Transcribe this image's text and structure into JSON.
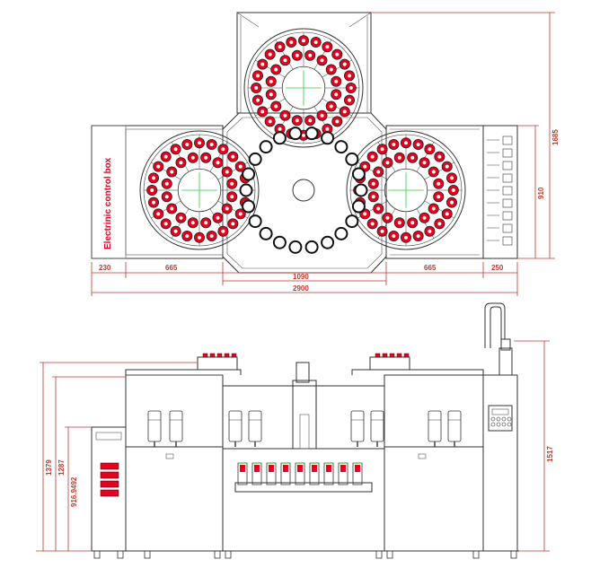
{
  "labels": {
    "control_box": "Electrinic control box"
  },
  "dimensions": {
    "top_width_230": "230",
    "top_width_665_left": "665",
    "top_width_1090": "1090",
    "top_width_665_right": "665",
    "top_width_250": "250",
    "top_total": "2900",
    "top_height_910": "910",
    "top_height_1685": "1685",
    "front_1379": "1379",
    "front_1287": "1287",
    "front_916": "916.9492",
    "front_1517": "1517"
  },
  "colors": {
    "line": "#333333",
    "dimension": "#c0392b",
    "cup": "#e8001c",
    "centerline": "#2ecc40"
  }
}
